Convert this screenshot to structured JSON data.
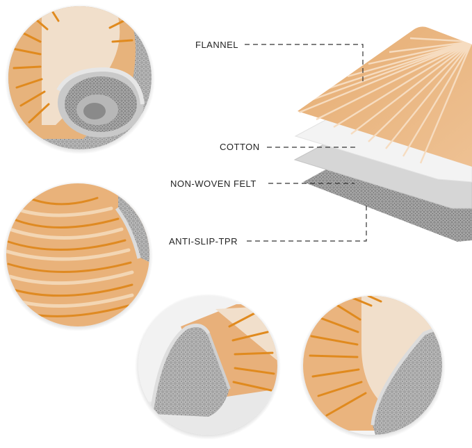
{
  "layers": {
    "flannel": "FLANNEL",
    "cotton": "COTTON",
    "felt": "NON-WOVEN FELT",
    "tpr": "ANTI-SLIP-TPR"
  },
  "colors": {
    "orange_base": "#e9b57f",
    "orange_stripe": "#e08a1e",
    "cream": "#f1dfcb",
    "gray_knit": "#9a9a9a",
    "gray_light": "#d2d2d2",
    "cotton_white": "#f4f4f4",
    "leader_line": "#333333"
  }
}
